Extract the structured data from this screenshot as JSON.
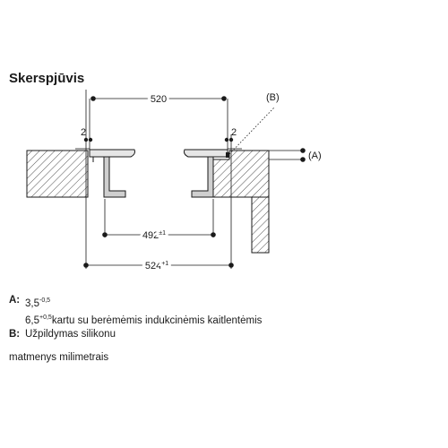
{
  "title": "Skerspjūvis",
  "dimensions": {
    "top_width": "520",
    "gap_left": "2",
    "gap_right": "2",
    "inner_width": "492",
    "inner_tol": "±1",
    "outer_width": "524",
    "outer_tol": "+1"
  },
  "callouts": {
    "b": "(B)",
    "a": "(A)"
  },
  "legend": {
    "a_key": "A:",
    "a_value": "3,5",
    "a_value_sup": "-0,5",
    "a_value2": "6,5",
    "a_value2_sup": "+0,5",
    "a_text2": "kartu su berėmėmis indukcinėmis kaitlentėmis",
    "b_key": "B:",
    "b_text": "Užpildymas silikonu"
  },
  "note": "matmenys milimetrais",
  "colors": {
    "hatch": "#555555",
    "line": "#1a1a1a",
    "hob_fill": "#cfcfcf",
    "frame_fill": "#e6e6e6"
  }
}
